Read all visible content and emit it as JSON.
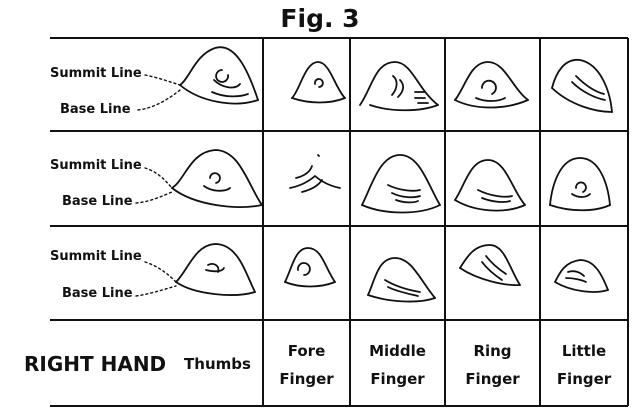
{
  "figure": {
    "title": "Fig. 3",
    "hand_label": "RIGHT HAND",
    "columns": [
      {
        "lines": [
          "Thumbs"
        ]
      },
      {
        "lines": [
          "Fore",
          "Finger"
        ]
      },
      {
        "lines": [
          "Middle",
          "Finger"
        ]
      },
      {
        "lines": [
          "Ring",
          "Finger"
        ]
      },
      {
        "lines": [
          "Little",
          "Finger"
        ]
      }
    ],
    "rows": [
      {
        "summit_label": "Summit Line",
        "base_label": "Base Line"
      },
      {
        "summit_label": "Summit Line",
        "base_label": "Base Line"
      },
      {
        "summit_label": "Summit Line",
        "base_label": "Base Line"
      }
    ]
  }
}
